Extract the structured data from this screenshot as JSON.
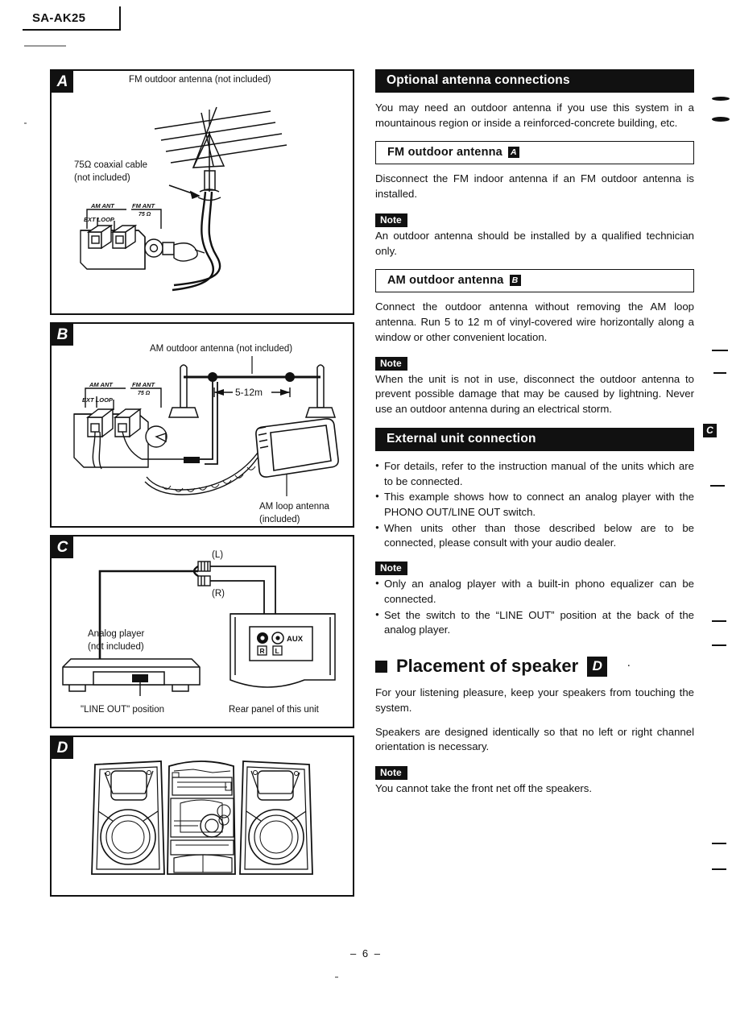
{
  "header": {
    "model": "SA-AK25"
  },
  "footer": {
    "page_number": "– 6 –"
  },
  "figures": {
    "a": {
      "badge": "A",
      "label_antenna": "FM outdoor antenna (not included)",
      "label_cable_line1": "75Ω coaxial cable",
      "label_cable_line2": "(not included)",
      "terminal_am": "AM ANT",
      "terminal_fm": "FM ANT",
      "terminal_ohm": "75 Ω",
      "terminal_loop": "EXT LOOP"
    },
    "b": {
      "badge": "B",
      "label_antenna": "AM outdoor antenna (not included)",
      "label_span": "5-12m",
      "label_loop_line1": "AM loop antenna",
      "label_loop_line2": "(included)",
      "terminal_am": "AM ANT",
      "terminal_fm": "FM ANT",
      "terminal_ohm": "75 Ω",
      "terminal_loop": "EXT LOOP"
    },
    "c": {
      "badge": "C",
      "label_left": "(L)",
      "label_right": "(R)",
      "label_player_line1": "Analog player",
      "label_player_line2": "(not included)",
      "label_lineout": "\"LINE OUT\" position",
      "label_rear": "Rear panel of this unit",
      "jack_aux": "AUX",
      "jack_r": "R",
      "jack_l": "L"
    },
    "d": {
      "badge": "D"
    }
  },
  "content": {
    "optional_antenna": {
      "heading": "Optional antenna connections",
      "intro": "You may need an outdoor antenna if you use this system in a mountainous region or inside a reinforced-concrete building, etc."
    },
    "fm_outdoor": {
      "heading": "FM outdoor antenna",
      "marker": "A",
      "body": "Disconnect the FM indoor antenna if an FM outdoor antenna is installed.",
      "note_label": "Note",
      "note": "An outdoor antenna should be installed by a qualified technician only."
    },
    "am_outdoor": {
      "heading": "AM outdoor antenna",
      "marker": "B",
      "body": "Connect the outdoor antenna without removing the AM loop antenna. Run 5 to 12 m of vinyl-covered wire horizontally along a window or other convenient location.",
      "note_label": "Note",
      "note": "When the unit is not in use, disconnect the outdoor antenna to prevent possible damage that may be caused by lightning. Never use an outdoor antenna during an electrical storm."
    },
    "external_unit": {
      "heading": "External unit connection",
      "marker": "C",
      "bullets": [
        "For details, refer to the instruction manual of the units which are to be connected.",
        "This example shows how to connect an analog player with the PHONO OUT/LINE OUT switch.",
        "When units other than those described below are to be connected, please consult with your audio dealer."
      ],
      "note_label": "Note",
      "note_bullets": [
        "Only an analog player with a built-in phono equalizer can be connected.",
        "Set the switch to the “LINE OUT” position at the back of the analog player."
      ]
    },
    "placement": {
      "heading": "Placement of speaker",
      "marker": "D",
      "body1": "For your listening pleasure, keep your speakers from touching the system.",
      "body2": "Speakers are designed identically so that no left or right channel orientation is necessary.",
      "note_label": "Note",
      "note": "You cannot take the front net off the speakers."
    }
  }
}
